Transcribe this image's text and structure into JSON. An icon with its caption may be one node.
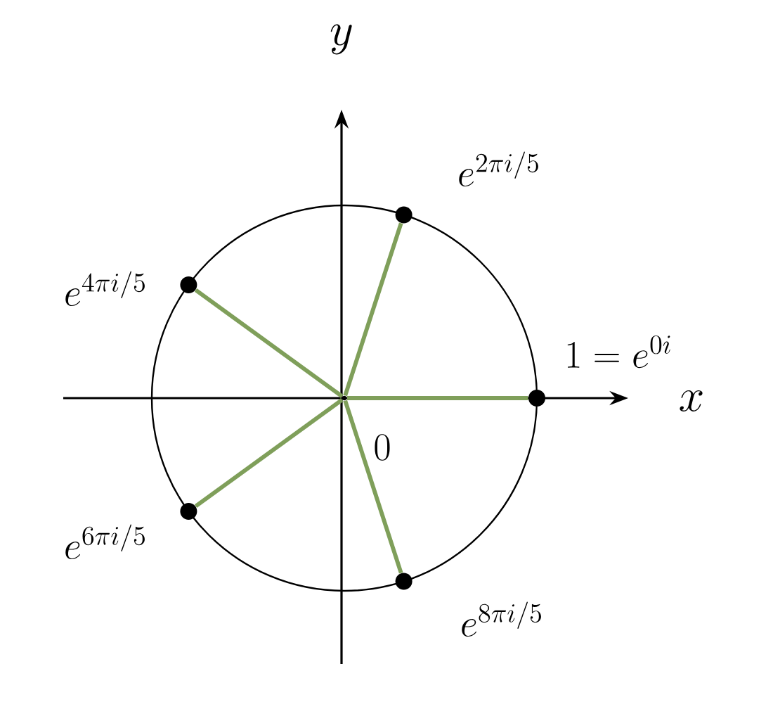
{
  "diagram": {
    "nodes": [
      {
        "text": [],
        "shape": "point",
        "beside": [
          "0"
        ]
      },
      {
        "text": [],
        "shape": "circle",
        "beside": [
          "1 = e^{0i}"
        ]
      },
      {
        "text": [],
        "shape": "circle",
        "beside": [
          "e^{2\\pi i/5}"
        ]
      },
      {
        "text": [],
        "shape": "circle",
        "beside": [
          "e^{4\\pi i/5}"
        ]
      },
      {
        "text": [],
        "shape": "circle",
        "beside": [
          "e^{6\\pi i/5}"
        ]
      },
      {
        "text": [],
        "shape": "circle",
        "beside": [
          "e^{8\\pi i/5}"
        ]
      }
    ],
    "edges": [
      {
        "from": 0,
        "to": 1,
        "arrow": "none"
      },
      {
        "from": 0,
        "to": 2,
        "arrow": "none"
      },
      {
        "from": 0,
        "to": 3,
        "arrow": "none"
      },
      {
        "from": 0,
        "to": 4,
        "arrow": "none"
      },
      {
        "from": 0,
        "to": 5,
        "arrow": "none"
      }
    ],
    "labels": [
      "y",
      "x"
    ]
  }
}
